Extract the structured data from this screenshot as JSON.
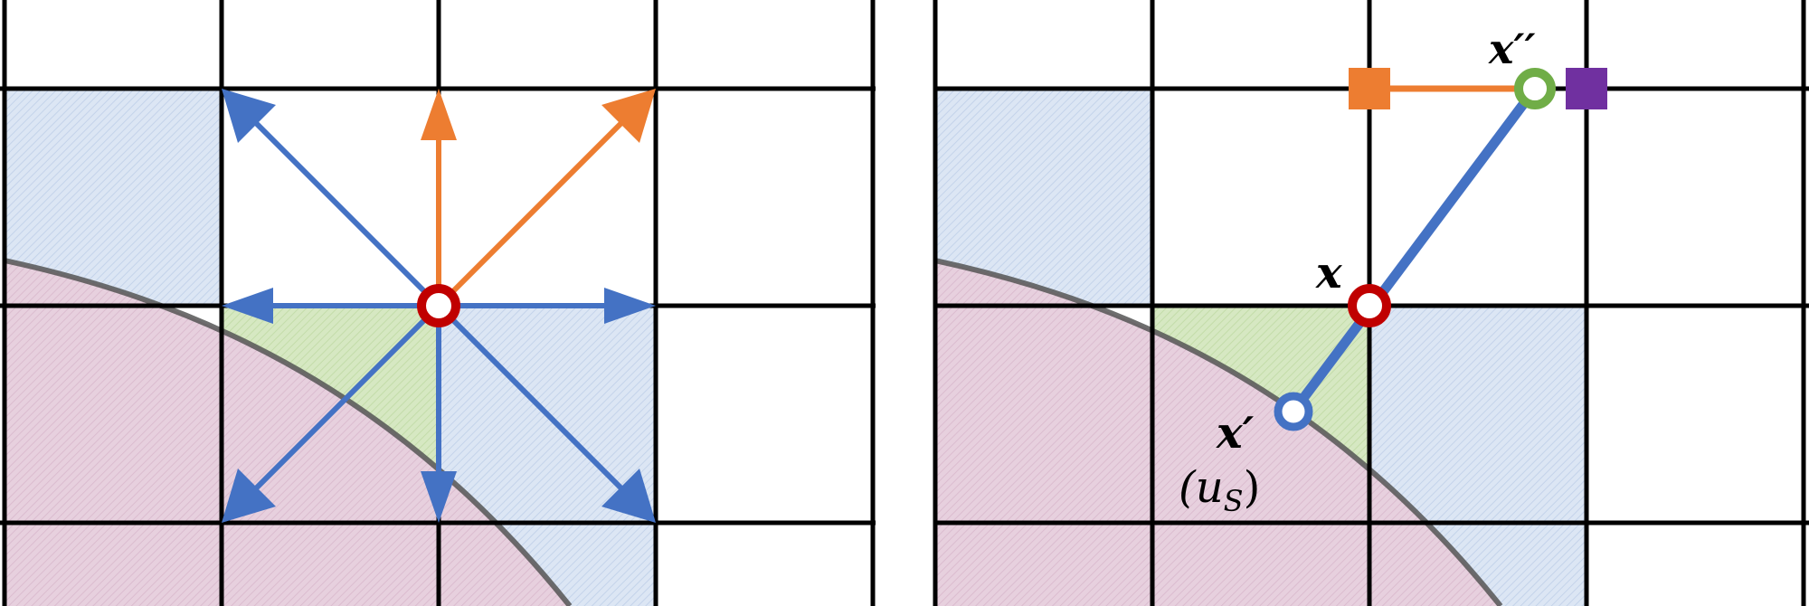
{
  "colors": {
    "grid": "#000000",
    "blue": "#4472C4",
    "orange": "#ED7D31",
    "green": "#70AD47",
    "purple": "#7030A0",
    "red": "#C00000",
    "cell_blue": "#DCE6F4",
    "cell_green": "#D6E8C2",
    "cell_pink": "#E7D0DE",
    "boundary": "#555555"
  },
  "labels": {
    "x": "x",
    "x_prime": "x′",
    "x_double_prime": "x′′",
    "u_s": "(u",
    "u_s_sub": "S",
    "u_s_close": ")"
  }
}
